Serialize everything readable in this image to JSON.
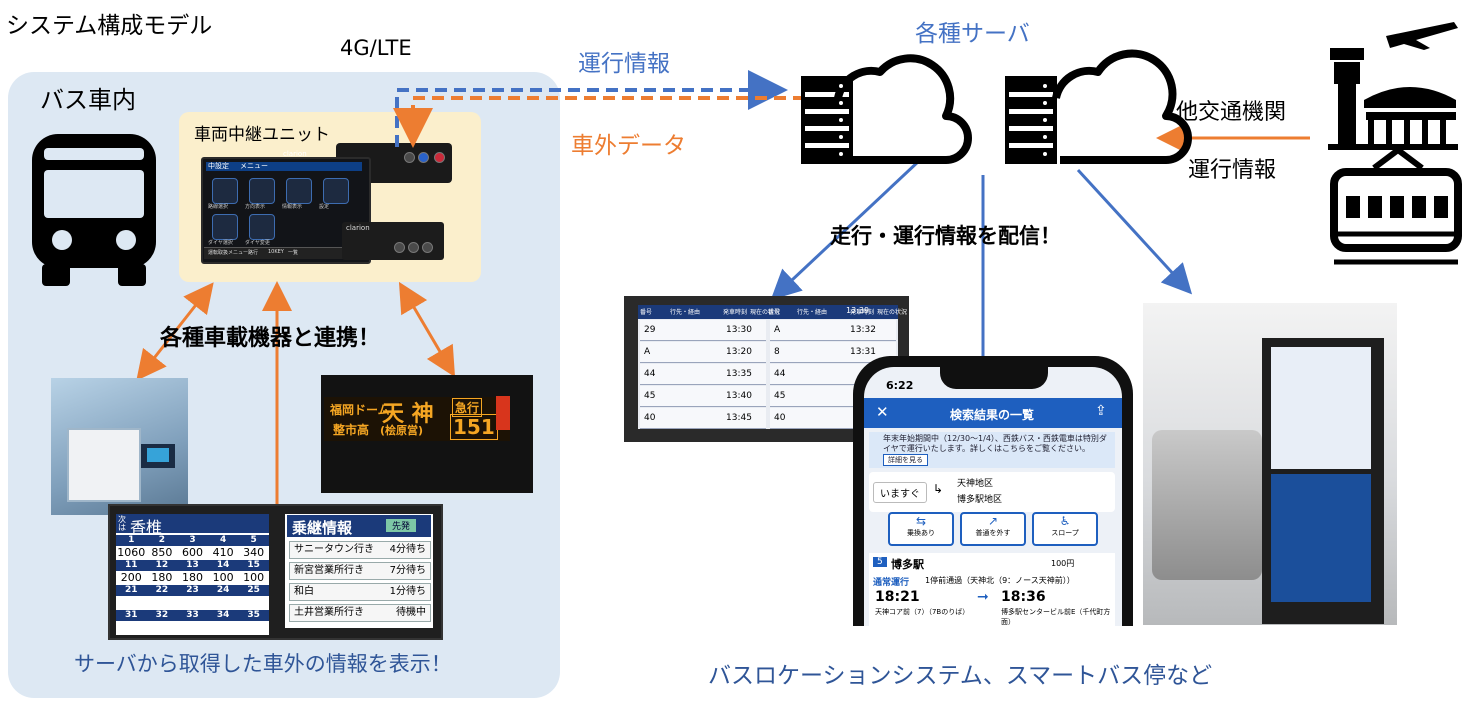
{
  "title": "システム構成モデル",
  "network_label": "4G/LTE",
  "bus_interior": {
    "label": "バス車内",
    "relay_unit_label": "車両中継ユニット",
    "device": {
      "brand": "clarion",
      "top_tag": "中設定",
      "menu_title": "メニュー",
      "icons": [
        "路線選択",
        "方向表示",
        "情報表示",
        "設定",
        "ダイヤ選択",
        "ダイヤ変更"
      ],
      "bottom_buttons": [
        "運転取扱",
        "メニュー",
        "路行",
        "10KEY",
        "一覧"
      ],
      "unit_brand": "clarion"
    },
    "link_caption": "各種車載機器と連携！",
    "display_caption": "サーバから取得した車外の情報を表示！",
    "destination_sign": {
      "line1_left": "福岡ドーム",
      "line2_left": "整市高",
      "main": "天 神",
      "sub": "(桧原営)",
      "tag": "急行",
      "number": "151"
    },
    "fare_display": {
      "stop_prefix": "次は",
      "stop_name": "香椎",
      "rows": [
        {
          "header": [
            "1",
            "2",
            "3",
            "4",
            "5"
          ],
          "values": [
            "1060",
            "850",
            "600",
            "410",
            "340"
          ]
        },
        {
          "header": [
            "11",
            "12",
            "13",
            "14",
            "15"
          ],
          "values": [
            "200",
            "180",
            "180",
            "100",
            "100"
          ]
        },
        {
          "header": [
            "21",
            "22",
            "23",
            "24",
            "25"
          ],
          "values": [
            "",
            "",
            "",
            "",
            ""
          ]
        },
        {
          "header": [
            "31",
            "32",
            "33",
            "34",
            "35"
          ],
          "values": [
            "",
            "",
            "",
            "",
            ""
          ]
        }
      ]
    },
    "transfer_panel": {
      "title": "乗継情報",
      "badge": "先発",
      "items": [
        {
          "dest": "サニータウン行き",
          "time": "4分待ち"
        },
        {
          "dest": "新宮営業所行き",
          "time": "7分待ち"
        },
        {
          "dest": "和白",
          "time": "1分待ち"
        },
        {
          "dest": "土井営業所行き",
          "time": "待機中"
        }
      ]
    }
  },
  "flows": {
    "to_server": "運行情報",
    "from_server": "車外データ",
    "other_operator_flow": "運行情報",
    "distribute": "走行・運行情報を配信！"
  },
  "servers_label": "各種サーバ",
  "other_transport_label": "他交通機関",
  "board_display": {
    "headers": [
      "番号",
      "行先・経由",
      "発車時刻",
      "現在の状況"
    ],
    "left_rows": [
      {
        "no": "29",
        "time": "13:30"
      },
      {
        "no": "A",
        "time": "13:20"
      },
      {
        "no": "44",
        "time": "13:35"
      },
      {
        "no": "45",
        "time": "13:40"
      },
      {
        "no": "40",
        "time": "13:45"
      }
    ],
    "right_rows": [
      {
        "no": "A",
        "time": "13:32"
      },
      {
        "no": "8",
        "time": "13:31"
      },
      {
        "no": "44",
        "time": ""
      },
      {
        "no": "45",
        "time": ""
      },
      {
        "no": "40",
        "time": ""
      }
    ],
    "clock": "13:39"
  },
  "phone": {
    "time": "6:22",
    "header": "検索結果の一覧",
    "notice": "年末年始期間中（12/30〜1/4）、西鉄バス・西鉄電車は特別ダイヤで運行いたします。詳しくはこちらをご覧ください。",
    "notice_button": "詳細を見る",
    "departure_label": "いますぐ",
    "from_stop": "天神地区",
    "to_stop": "博多駅地区",
    "buttons": [
      "乗換あり",
      "普通を外す",
      "スロープ"
    ],
    "result": {
      "route_no": "5",
      "dest": "博多駅",
      "fare": "100円",
      "status_tag": "通常運行",
      "status_text": "1停前通過（天神北（9：ノース天神前））",
      "dep_time": "18:21",
      "arr_time": "18:36",
      "dep_stop": "天神コア前（7）（7Bのりば）",
      "arr_stop": "博多駅センタービル前E（千代町方面）"
    }
  },
  "bottom_caption": "バスロケーションシステム、スマートバス停など",
  "colors": {
    "panel_bg": "#dde8f3",
    "relay_bg": "#fbefcc",
    "blue_flow": "#4472c4",
    "orange_flow": "#ed7d31",
    "caption_blue": "#2f5597"
  }
}
